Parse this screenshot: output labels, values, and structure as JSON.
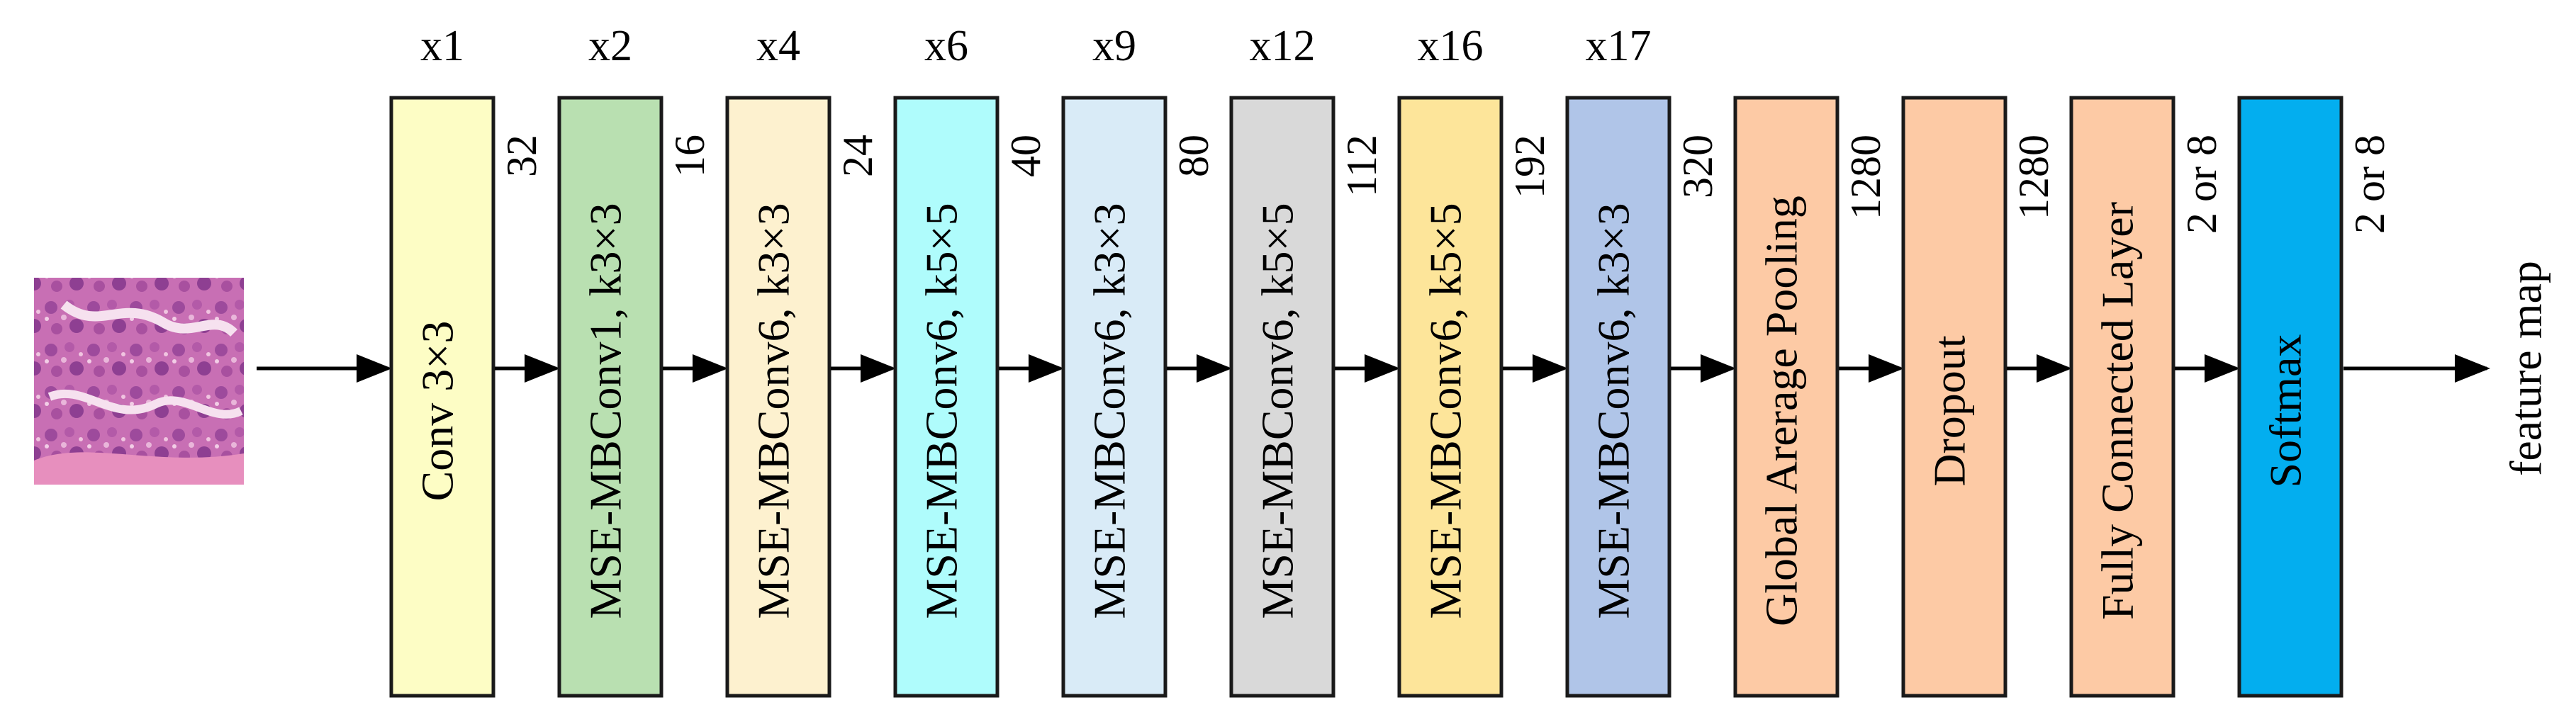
{
  "input_image": {
    "description_icon": "histology-tissue-icon"
  },
  "blocks": [
    {
      "id": "conv",
      "label": "Conv 3×3",
      "repeat": "x1",
      "color": "#fdfdc5"
    },
    {
      "id": "mb1",
      "label": "MSE-MBConv1, k3×3",
      "repeat": "x2",
      "color": "#b9e0b1"
    },
    {
      "id": "mb2",
      "label": "MSE-MBConv6, k3×3",
      "repeat": "x4",
      "color": "#fdf1cf"
    },
    {
      "id": "mb3",
      "label": "MSE-MBConv6, k5×5",
      "repeat": "x6",
      "color": "#affcfc"
    },
    {
      "id": "mb4",
      "label": "MSE-MBConv6, k3×3",
      "repeat": "x9",
      "color": "#d9ebf7"
    },
    {
      "id": "mb5",
      "label": "MSE-MBConv6, k5×5",
      "repeat": "x12",
      "color": "#d9d9d9"
    },
    {
      "id": "mb6",
      "label": "MSE-MBConv6, k5×5",
      "repeat": "x16",
      "color": "#fde59a"
    },
    {
      "id": "mb7",
      "label": "MSE-MBConv6, k3×3",
      "repeat": "x17",
      "color": "#b0c5e8"
    },
    {
      "id": "gap",
      "label": "Global Arerage Pooling",
      "repeat": "",
      "color": "#fdcaa5"
    },
    {
      "id": "dropout",
      "label": "Dropout",
      "repeat": "",
      "color": "#fdcaa5"
    },
    {
      "id": "fc",
      "label": "Fully Connected Layer",
      "repeat": "",
      "color": "#fdcaa5"
    },
    {
      "id": "softmax",
      "label": "Softmax",
      "repeat": "",
      "color": "#03aeef"
    }
  ],
  "channels": [
    "32",
    "16",
    "24",
    "40",
    "80",
    "112",
    "192",
    "320",
    "1280",
    "1280",
    "2 or 8",
    "2 or 8"
  ],
  "output_label": "feature map"
}
